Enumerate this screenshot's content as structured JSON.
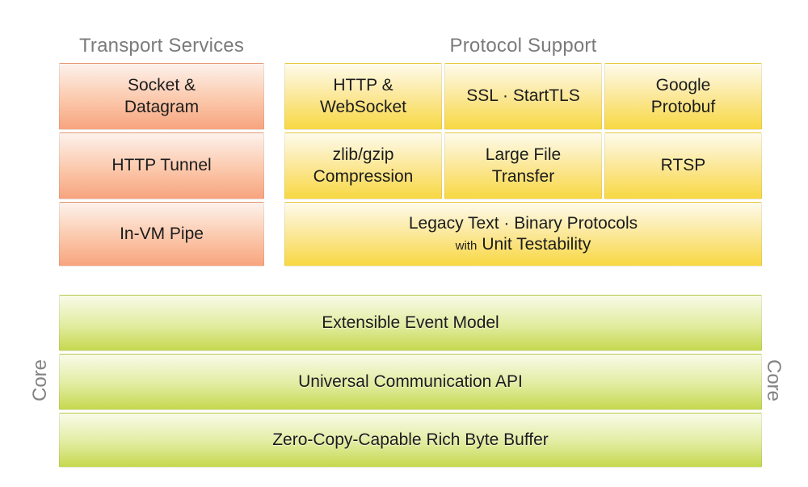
{
  "colors": {
    "transport_box_top": "#fdf2ec",
    "transport_box_bottom": "#f7a47e",
    "protocol_box_top": "#fefbec",
    "protocol_box_bottom": "#f8d842",
    "core_box_top": "#f9fbe8",
    "core_box_bottom": "#c5d84e",
    "header_text": "#7b7b7b",
    "box_text": "#1c1c1c"
  },
  "headers": {
    "transport": "Transport Services",
    "protocol": "Protocol Support"
  },
  "transport": {
    "boxes": [
      {
        "label": "Socket &\nDatagram"
      },
      {
        "label": "HTTP Tunnel"
      },
      {
        "label": "In-VM Pipe"
      }
    ]
  },
  "protocol": {
    "cells": [
      {
        "label": "HTTP &\nWebSocket"
      },
      {
        "label": "SSL · StartTLS"
      },
      {
        "label": "Google\nProtobuf"
      },
      {
        "label": "zlib/gzip\nCompression"
      },
      {
        "label": "Large File\nTransfer"
      },
      {
        "label": "RTSP"
      }
    ],
    "legacy": {
      "line1": "Legacy Text · Binary Protocols",
      "with_word": "with",
      "line2_rest": "Unit Testability"
    }
  },
  "core": {
    "boxes": [
      "Extensible Event Model",
      "Universal Communication API",
      "Zero-Copy-Capable Rich Byte Buffer"
    ],
    "left_label": "Core",
    "right_label": "Core"
  }
}
